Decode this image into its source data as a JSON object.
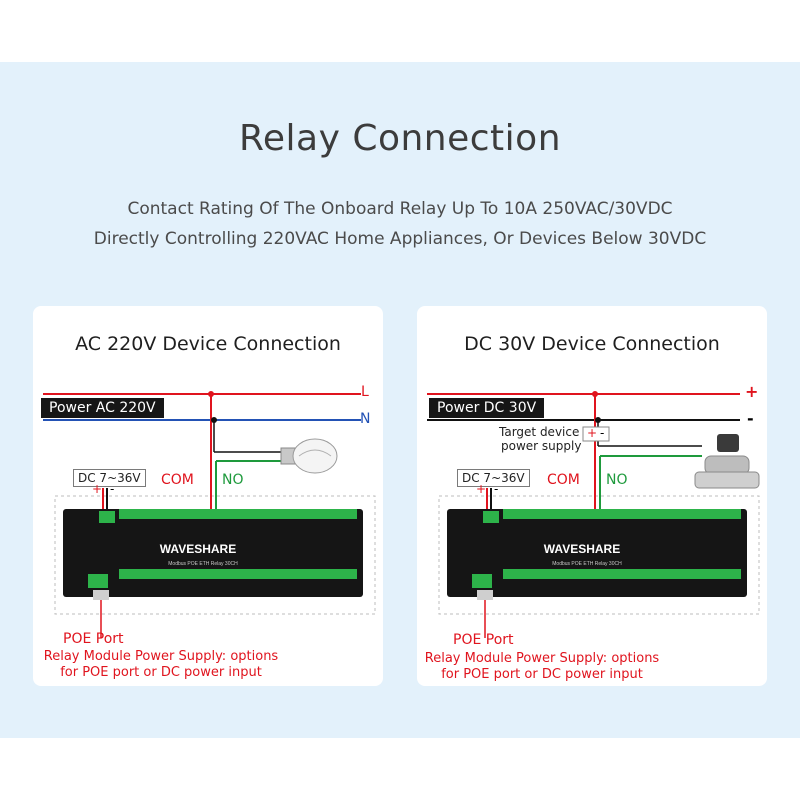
{
  "title": "Relay Connection",
  "subtitle_line1": "Contact Rating Of The Onboard Relay Up To 10A 250VAC/30VDC",
  "subtitle_line2": "Directly Controlling 220VAC Home Appliances, Or Devices Below 30VDC",
  "colors": {
    "band": "#e3f1fb",
    "live": "#e0141e",
    "neutral": "#2352b5",
    "no_wire": "#1e9a3c",
    "device_body": "#151515",
    "terminal": "#2db34a"
  },
  "left": {
    "heading": "AC 220V Device Connection",
    "power_label": "Power AC 220V",
    "line_l": "L",
    "line_n": "N",
    "dc_input": "DC 7~36V",
    "plus": "+",
    "minus": "-",
    "com": "COM",
    "no": "NO",
    "brand": "WAVESHARE",
    "model": "Modbus POE ETH Relay 30CH",
    "poe_port": "POE Port",
    "poe_desc1": "Relay Module Power Supply: options",
    "poe_desc2": "for POE port or DC power input",
    "load_icon": "light-bulb-icon"
  },
  "right": {
    "heading": "DC 30V Device Connection",
    "power_label": "Power DC 30V",
    "line_plus": "+",
    "line_minus": "-",
    "target_line1": "Target device",
    "target_line2": "power supply",
    "target_plus": "+",
    "target_minus": "-",
    "dc_input": "DC 7~36V",
    "plus": "+",
    "minus": "-",
    "com": "COM",
    "no": "NO",
    "brand": "WAVESHARE",
    "model": "Modbus POE ETH Relay 30CH",
    "poe_port": "POE Port",
    "poe_desc1": "Relay Module Power Supply: options",
    "poe_desc2": "for POE port or DC power input",
    "load_icon": "solenoid-valve-icon"
  }
}
